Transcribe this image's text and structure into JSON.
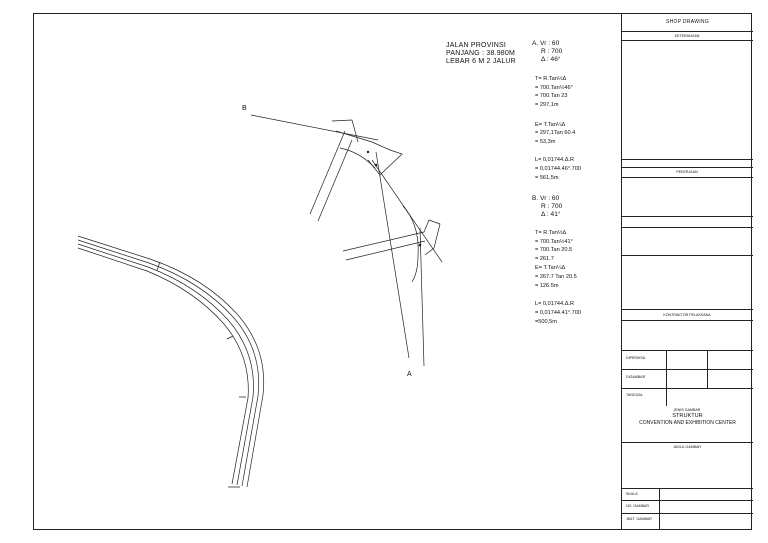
{
  "road_info": {
    "line1": "JALAN PROVINSI",
    "line2": "PANJANG : 38.980M",
    "line3": "LEBAR 6 M 2 JALUR"
  },
  "curve_a": {
    "head": "A. Vr : 60",
    "r": "R : 700",
    "delta": "Δ : 46°",
    "t_lines": [
      "T= R.Tan½Δ",
      "= 700.Tan½46°",
      "= 700.Tan 23",
      "= 297,1m"
    ],
    "e_lines": [
      "E= T.Tan¼Δ",
      "= 297,1Tan 60.4",
      "= 53,3m"
    ],
    "l_lines": [
      "L= 0,01744.Δ.R",
      "= 0,01744.46°.700",
      "= 561,5m"
    ]
  },
  "curve_b": {
    "head": "B. Vr : 60",
    "r": "R : 700",
    "delta": "Δ : 41°",
    "t_lines": [
      "T= R.Tan½Δ",
      "= 700.Tan½41°",
      "= 700.Tan 20.5",
      "= 261.7"
    ],
    "e_lines": [
      "E= T.Tan¼Δ",
      "= 267.7 Tan 20.5",
      "= 126.5m"
    ],
    "l_lines": [
      "L= 0,01744.Δ.R",
      "= 0,01744.41°.700",
      "=500,5m"
    ]
  },
  "points": {
    "a": "A",
    "b": "B"
  },
  "title_block": {
    "title": "SHOP DRAWING",
    "keterangan": "KETERANGAN",
    "pekerjaan": "PEKERJAAN",
    "kontraktor": "KONTRAKTOR PELAKSANA",
    "diperiksa": "DIPERIKSA",
    "digambar": "DIGAMBAR",
    "tanggal": "TANGGAL",
    "jenis_gambar": "JENIS GAMBAR",
    "struktur": "STRUKTUR",
    "project": "CONVENTION AND EXHIBITION CENTER",
    "judul_gambar": "JUDUL GAMBAR",
    "skala": "SKALA",
    "no_gambar": "NO. GAMBAR",
    "jumlah_gambar": "JMLT. GAMBAR"
  }
}
